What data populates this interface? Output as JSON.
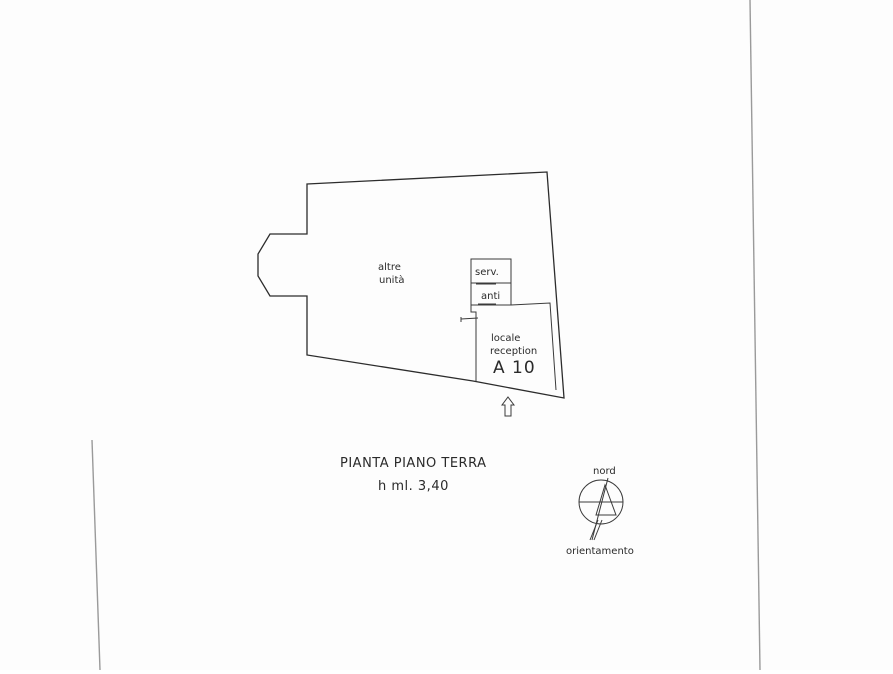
{
  "plan": {
    "label_other_units_line1": "altre",
    "label_other_units_line2": "unità",
    "label_service": "serv.",
    "label_anti": "anti",
    "label_reception_line1": "locale",
    "label_reception_line2": "reception",
    "unit_code": "A 10",
    "title": "PIANTA PIANO TERRA",
    "height_note": "h ml. 3,40"
  },
  "compass": {
    "north_label": "nord",
    "orientation_label": "orientamento"
  }
}
